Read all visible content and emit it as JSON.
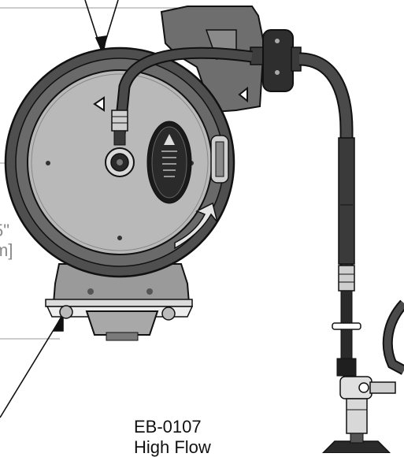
{
  "figure": {
    "dimension_imperial": "5\"",
    "dimension_metric": "m]",
    "model_code": "EB-0107",
    "model_description": "High Flow"
  },
  "colors": {
    "line": "#111111",
    "leader": "#9a9a9a",
    "housing": "#6e6e6e",
    "drum_face": "#b9b9b9",
    "hose": "#444444"
  },
  "labels": {
    "warning_label_icon": "warning-triangle-icon"
  }
}
